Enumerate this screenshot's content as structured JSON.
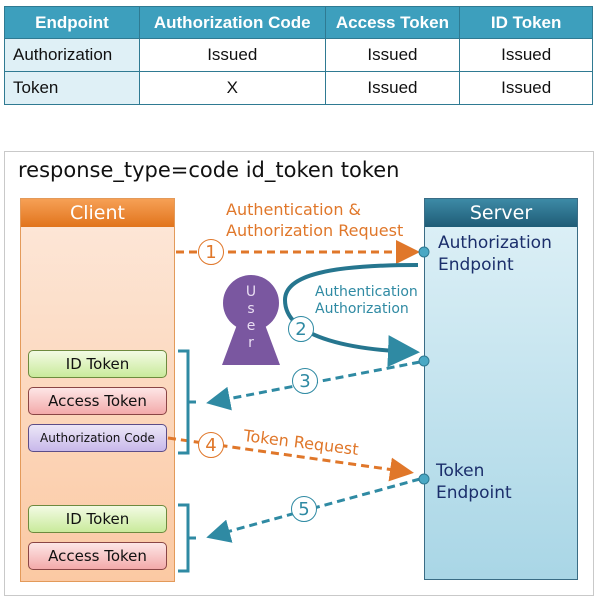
{
  "table": {
    "headers": [
      "Endpoint",
      "Authorization Code",
      "Access Token",
      "ID Token"
    ],
    "rows": [
      [
        "Authorization",
        "Issued",
        "Issued",
        "Issued"
      ],
      [
        "Token",
        "X",
        "Issued",
        "Issued"
      ]
    ]
  },
  "diagram": {
    "title": "response_type=code id_token token",
    "client": {
      "label": "Client"
    },
    "server": {
      "label": "Server",
      "authorization_endpoint": [
        "Authorization",
        "Endpoint"
      ],
      "token_endpoint": [
        "Token",
        "Endpoint"
      ]
    },
    "user": {
      "letters": [
        "U",
        "s",
        "e",
        "r"
      ]
    },
    "steps": [
      {
        "number": "1",
        "label": [
          "Authentication &",
          "Authorization Request"
        ]
      },
      {
        "number": "2",
        "label": [
          "Authentication",
          "Authorization"
        ]
      },
      {
        "number": "3"
      },
      {
        "number": "4",
        "label": [
          "Token Request"
        ]
      },
      {
        "number": "5"
      }
    ],
    "group1_tokens": [
      "ID Token",
      "Access Token",
      "Authorization Code"
    ],
    "group2_tokens": [
      "ID Token",
      "Access Token"
    ],
    "colors": {
      "orange": "#e0772a",
      "teal": "#2f8aa3",
      "user": "#7a57a0"
    }
  }
}
